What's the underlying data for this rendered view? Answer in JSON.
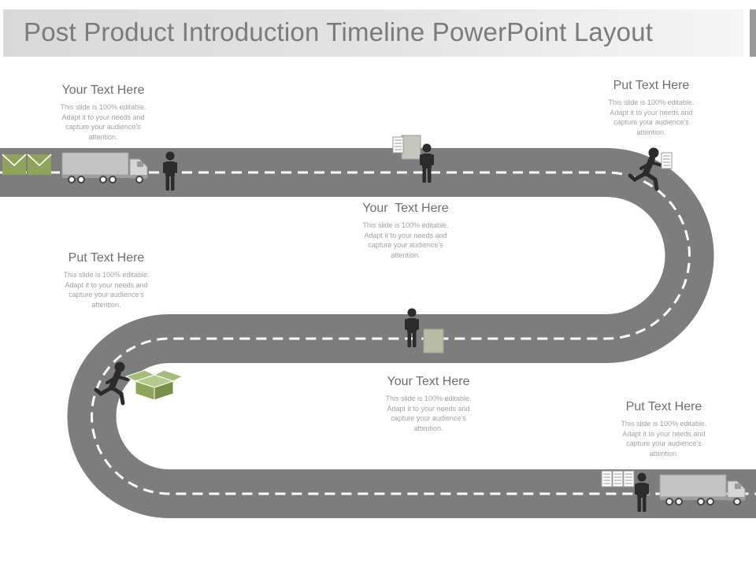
{
  "title": "Post Product Introduction Timeline PowerPoint Layout",
  "blocks": [
    {
      "heading": "Your Text Here",
      "body": "This slide is 100% editable. Adapt it to your needs and capture your audience’s attention."
    },
    {
      "heading": "Put Text Here",
      "body": "This slide is 100% editable. Adapt it to your needs and capture your audience’s attention."
    },
    {
      "heading": "Your  Text Here",
      "body": "This slide is 100% editable. Adapt it to your needs and capture your audience’s attention."
    },
    {
      "heading": "Put Text Here",
      "body": "This slide is 100% editable. Adapt it to your needs and capture your audience’s attention."
    },
    {
      "heading": "Your Text Here",
      "body": "This slide is 100% editable. Adapt it to your needs and capture your audience’s attention."
    },
    {
      "heading": "Put Text Here",
      "body": "This slide is 100% editable. Adapt it to your needs and capture your audience’s attention."
    }
  ],
  "colors": {
    "road": "#7d7d7d",
    "lane_marking": "#ffffff",
    "figure": "#2b2b2b",
    "accent_green": "#8fa35a",
    "truck_body": "#bdbdbd",
    "package": "#b5b8a3"
  },
  "icons": [
    "truck-icon",
    "person-icon",
    "running-person-icon",
    "document-icon",
    "open-box-icon",
    "envelope-icon",
    "package-icon"
  ]
}
